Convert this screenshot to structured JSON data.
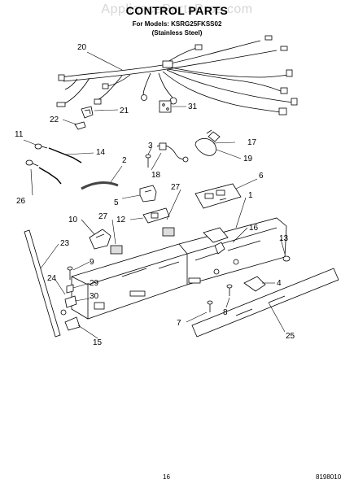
{
  "watermark": "AppliancePartsPros.com",
  "header": {
    "title": "CONTROL PARTS",
    "models": "For Models: KSRG25FKSS02",
    "variant": "(Stainless Steel)"
  },
  "callouts": [
    "20",
    "21",
    "31",
    "22",
    "11",
    "14",
    "17",
    "3",
    "18",
    "19",
    "2",
    "6",
    "26",
    "27",
    "5",
    "1",
    "12",
    "10",
    "27",
    "16",
    "23",
    "13",
    "9",
    "24",
    "29",
    "4",
    "30",
    "8",
    "15",
    "7",
    "25"
  ],
  "footer": {
    "page_number": "16",
    "doc_code": "8198010"
  }
}
